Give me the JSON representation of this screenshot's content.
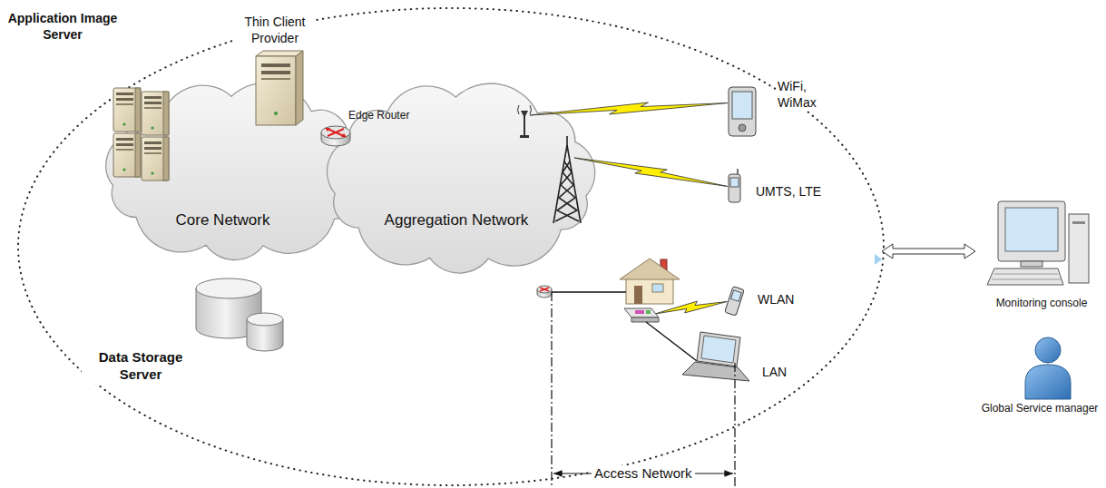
{
  "diagram": {
    "nodes": [
      {
        "text": [
          "Core Network"
        ]
      },
      {
        "text": [
          "Application Image Server"
        ],
        "in": 0
      },
      {
        "text": [
          "Thin Client Provider"
        ],
        "in": 0
      },
      {
        "text": [
          "Data Storage Server"
        ],
        "in": 0
      },
      {
        "text": [
          "Edge Router"
        ]
      },
      {
        "text": [
          "Aggregation Network"
        ]
      },
      {
        "text": [
          "WiFi, WiMax"
        ]
      },
      {
        "text": [
          "UMTS, LTE"
        ]
      },
      {
        "text": [
          "WLAN"
        ]
      },
      {
        "text": [
          "LAN"
        ]
      },
      {
        "text": [
          "Monitoring console"
        ]
      },
      {
        "text": [
          "Global Service manager"
        ]
      }
    ],
    "labels": [
      "Access Network"
    ]
  }
}
